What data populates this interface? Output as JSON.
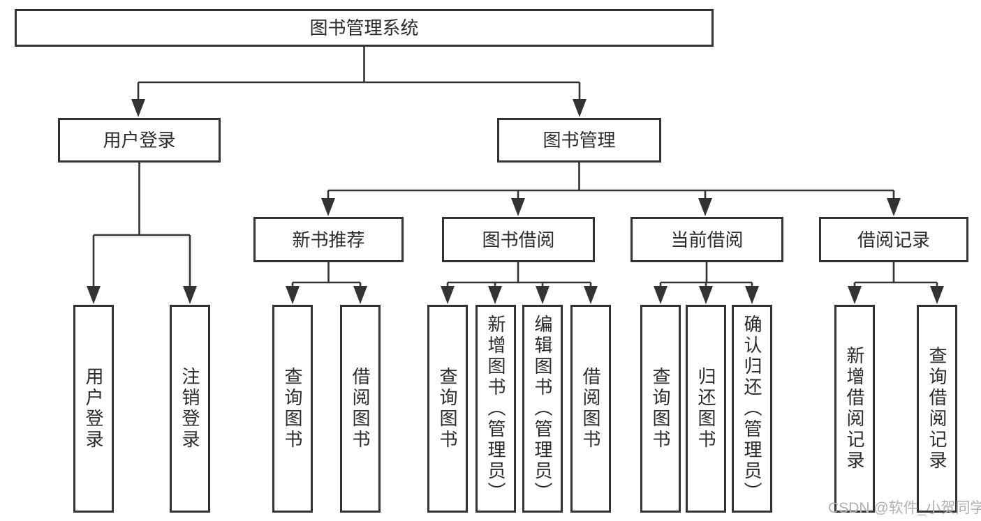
{
  "diagram": {
    "root": {
      "label": "图书管理系统"
    },
    "level2": [
      {
        "label": "用户登录",
        "children": [
          {
            "label": "用户登录"
          },
          {
            "label": "注销登录"
          }
        ]
      },
      {
        "label": "图书管理"
      }
    ],
    "level3": [
      {
        "label": "新书推荐",
        "children": [
          {
            "label": "查询图书"
          },
          {
            "label": "借阅图书"
          }
        ]
      },
      {
        "label": "图书借阅",
        "children": [
          {
            "label": "查询图书"
          },
          {
            "label": "新增图书（管理员）"
          },
          {
            "label": "编辑图书（管理员）"
          },
          {
            "label": "借阅图书"
          }
        ]
      },
      {
        "label": "当前借阅",
        "children": [
          {
            "label": "查询图书"
          },
          {
            "label": "归还图书"
          },
          {
            "label": "确认归还（管理员）"
          }
        ]
      },
      {
        "label": "借阅记录",
        "children": [
          {
            "label": "新增借阅记录"
          },
          {
            "label": "查询借阅记录"
          }
        ]
      }
    ],
    "watermark": "CSDN @软件_小贺同学",
    "colors": {
      "line": "#333333",
      "text": "#2b2b2b",
      "watermark": "#b0b0b0",
      "background": "#ffffff"
    }
  }
}
